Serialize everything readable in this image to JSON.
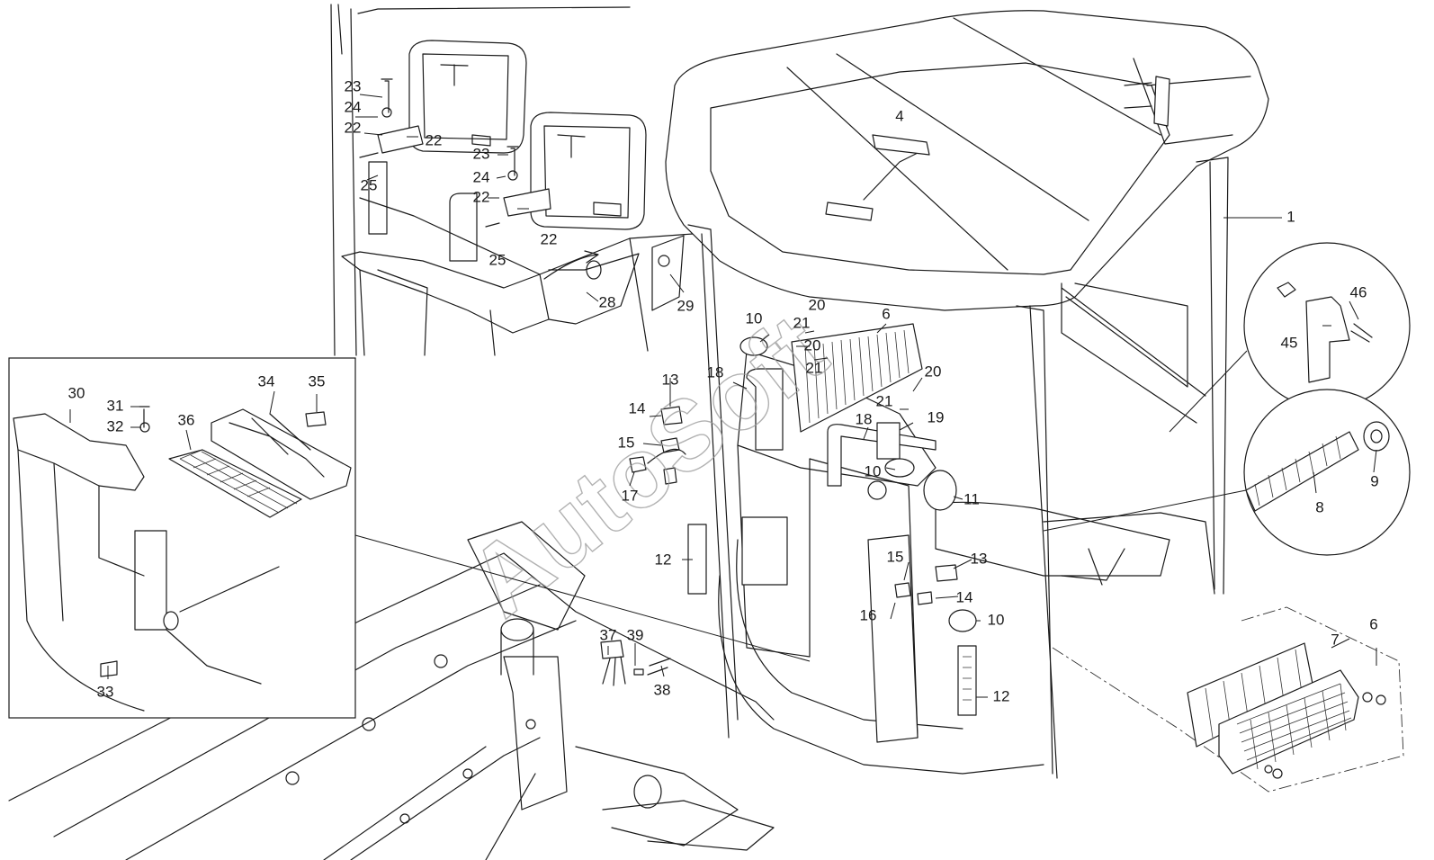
{
  "watermark": "AutoSoft",
  "callouts": [
    "1",
    "4",
    "6",
    "6",
    "7",
    "8",
    "9",
    "10",
    "10",
    "10",
    "11",
    "12",
    "12",
    "13",
    "13",
    "14",
    "14",
    "15",
    "15",
    "16",
    "17",
    "18",
    "18",
    "19",
    "20",
    "20",
    "20",
    "21",
    "21",
    "21",
    "22",
    "22",
    "22",
    "22",
    "23",
    "23",
    "24",
    "24",
    "25",
    "25",
    "28",
    "29",
    "30",
    "31",
    "32",
    "33",
    "34",
    "35",
    "36",
    "37",
    "38",
    "39",
    "45",
    "46"
  ]
}
